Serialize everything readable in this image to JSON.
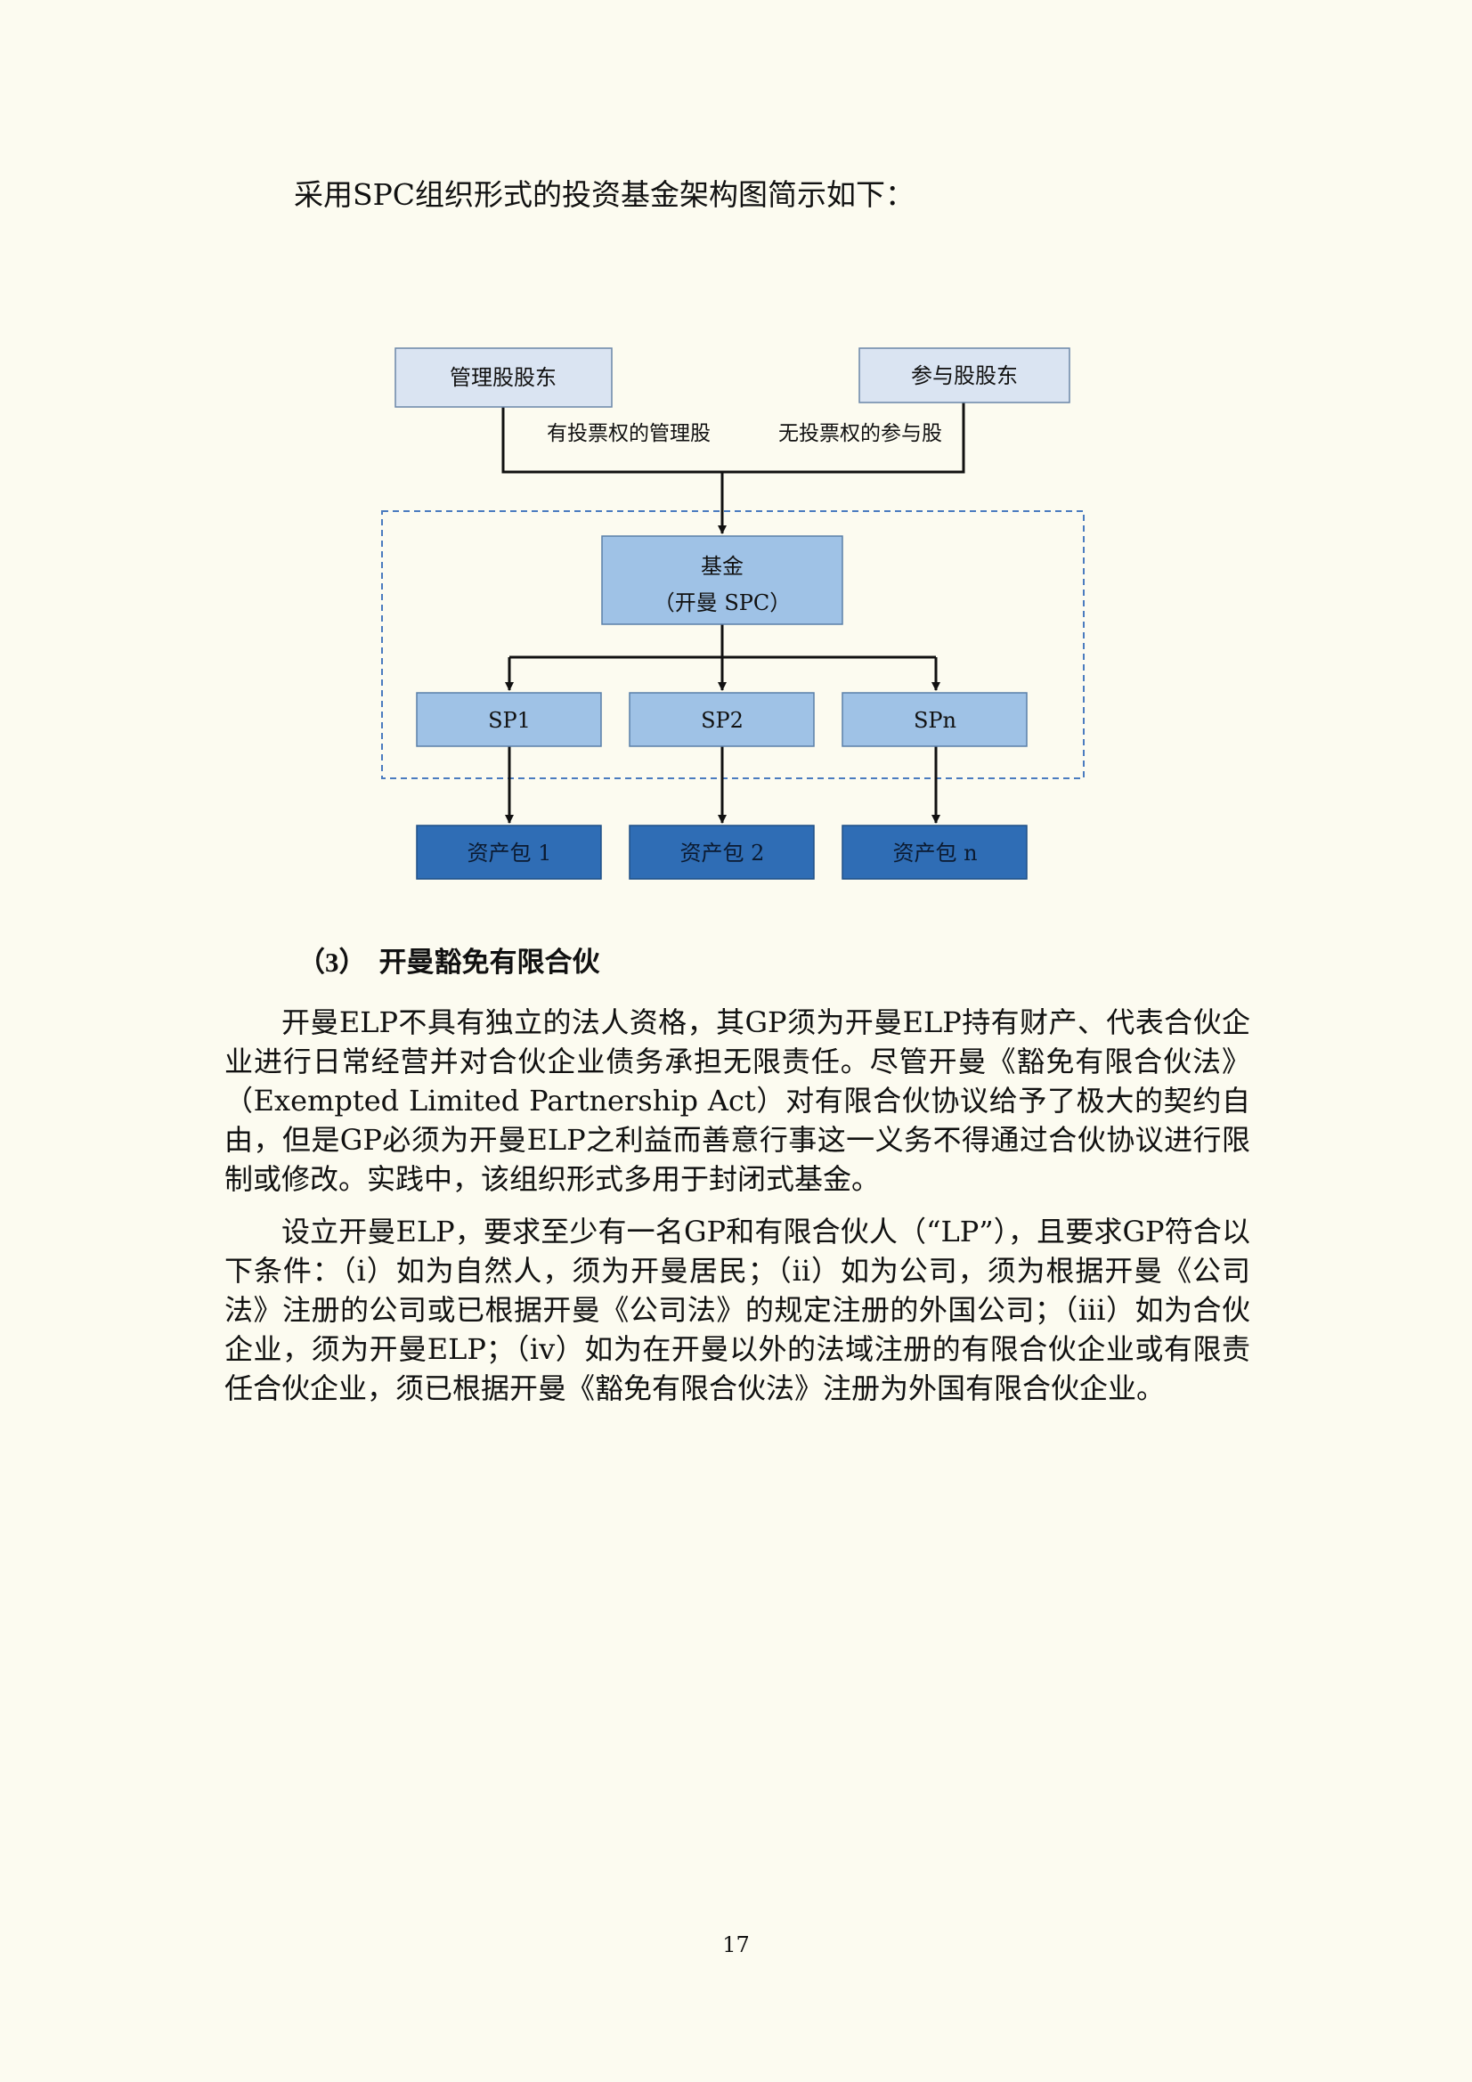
{
  "intro_text": "采用SPC组织形式的投资基金架构图简示如下：",
  "diagram": {
    "shareholders": {
      "management": "管理股股东",
      "participating": "参与股股东"
    },
    "share_labels": {
      "voting": "有投票权的管理股",
      "non_voting": "无投票权的参与股"
    },
    "fund": {
      "line1": "基金",
      "line2": "（开曼 SPC）"
    },
    "portfolios": [
      "SP1",
      "SP2",
      "SPn"
    ],
    "assets": [
      "资产包 1",
      "资产包 2",
      "资产包 n"
    ],
    "colors": {
      "light_box": "#dae4f2",
      "mid_box": "#9fc2e6",
      "dark_box": "#2f6db5",
      "dashed_border": "#4a7bbf"
    }
  },
  "section": {
    "number": "（3）",
    "title": "开曼豁免有限合伙"
  },
  "paragraphs": [
    "开曼ELP不具有独立的法人资格，其GP须为开曼ELP持有财产、代表合伙企业进行日常经营并对合伙企业债务承担无限责任。尽管开曼《豁免有限合伙法》（Exempted Limited Partnership Act）对有限合伙协议给予了极大的契约自由，但是GP必须为开曼ELP之利益而善意行事这一义务不得通过合伙协议进行限制或修改。实践中，该组织形式多用于封闭式基金。",
    "设立开曼ELP，要求至少有一名GP和有限合伙人（“LP”），且要求GP符合以下条件：（i）如为自然人，须为开曼居民；（ii）如为公司，须为根据开曼《公司法》注册的公司或已根据开曼《公司法》的规定注册的外国公司；（iii）如为合伙企业，须为开曼ELP；（iv）如为在开曼以外的法域注册的有限合伙企业或有限责任合伙企业，须已根据开曼《豁免有限合伙法》注册为外国有限合伙企业。"
  ],
  "page_number": "17"
}
